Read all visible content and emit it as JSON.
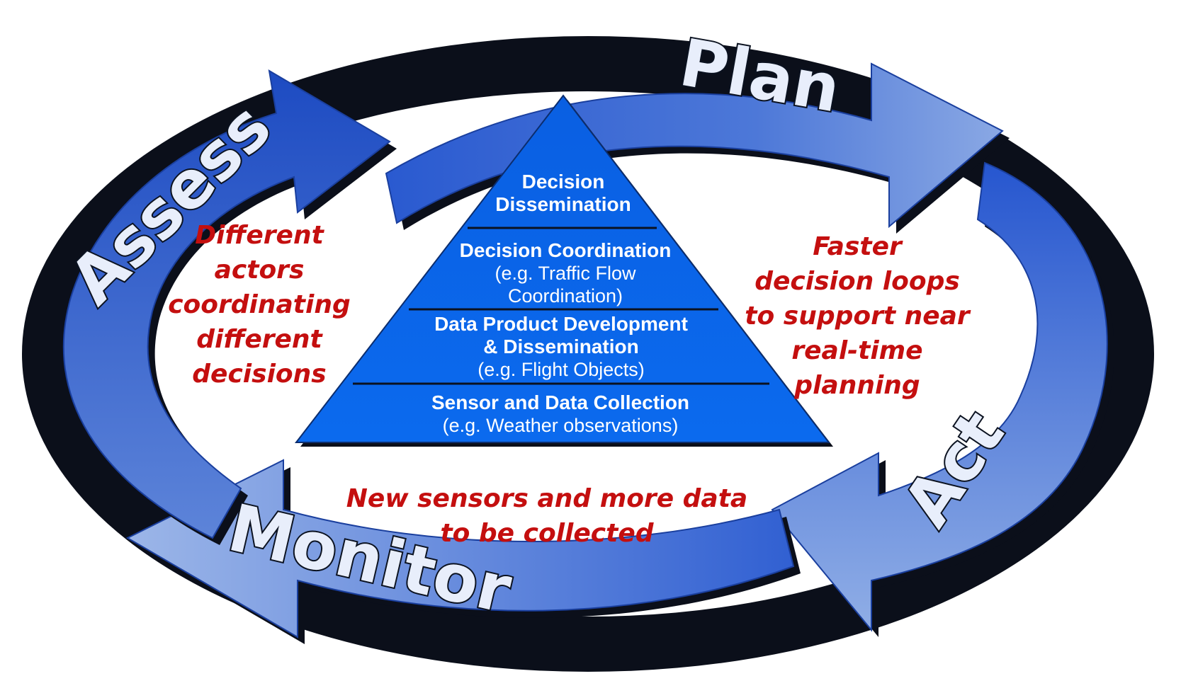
{
  "cycle": {
    "plan": "Plan",
    "act": "Act",
    "monitor": "Monitor",
    "assess": "Assess"
  },
  "pyramid": {
    "tier1": {
      "line1": "Decision",
      "line2": "Dissemination"
    },
    "tier2": {
      "title": "Decision Coordination",
      "sub1": "(e.g. Traffic Flow",
      "sub2": "Coordination)"
    },
    "tier3": {
      "title1": "Data Product Development",
      "title2": "& Dissemination",
      "sub": "(e.g. Flight Objects)"
    },
    "tier4": {
      "title": "Sensor and Data Collection",
      "sub": "(e.g. Weather observations)"
    }
  },
  "notes": {
    "left": [
      "Different",
      "actors",
      "coordinating",
      "different",
      "decisions"
    ],
    "right": [
      "Faster",
      "decision loops",
      "to support near",
      "real-time",
      "planning"
    ],
    "bottom": [
      "New sensors and more data",
      "to be collected"
    ]
  },
  "colors": {
    "arrow_dark": "#1f4fc4",
    "arrow_light": "#9fb9ec",
    "pyramid": "#0a63e6",
    "note_red": "#c40f0f"
  }
}
